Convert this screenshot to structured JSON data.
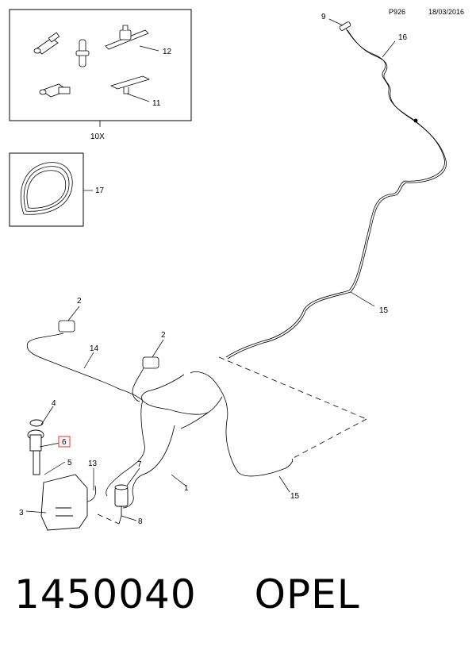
{
  "header": {
    "page_code": "P926",
    "date": "18/03/2016"
  },
  "callouts": {
    "c9": "9",
    "c16": "16",
    "c12": "12",
    "c11": "11",
    "c10x": "10X",
    "c17": "17",
    "c2a": "2",
    "c2b": "2",
    "c14": "14",
    "c15a": "15",
    "c15b": "15",
    "c4": "4",
    "c6": "6",
    "c5": "5",
    "c13": "13",
    "c7": "7",
    "c1": "1",
    "c3": "3",
    "c8": "8"
  },
  "highlight_color": "#e0302a",
  "footer": {
    "part_number": "1450040",
    "brand": "OPEL"
  }
}
